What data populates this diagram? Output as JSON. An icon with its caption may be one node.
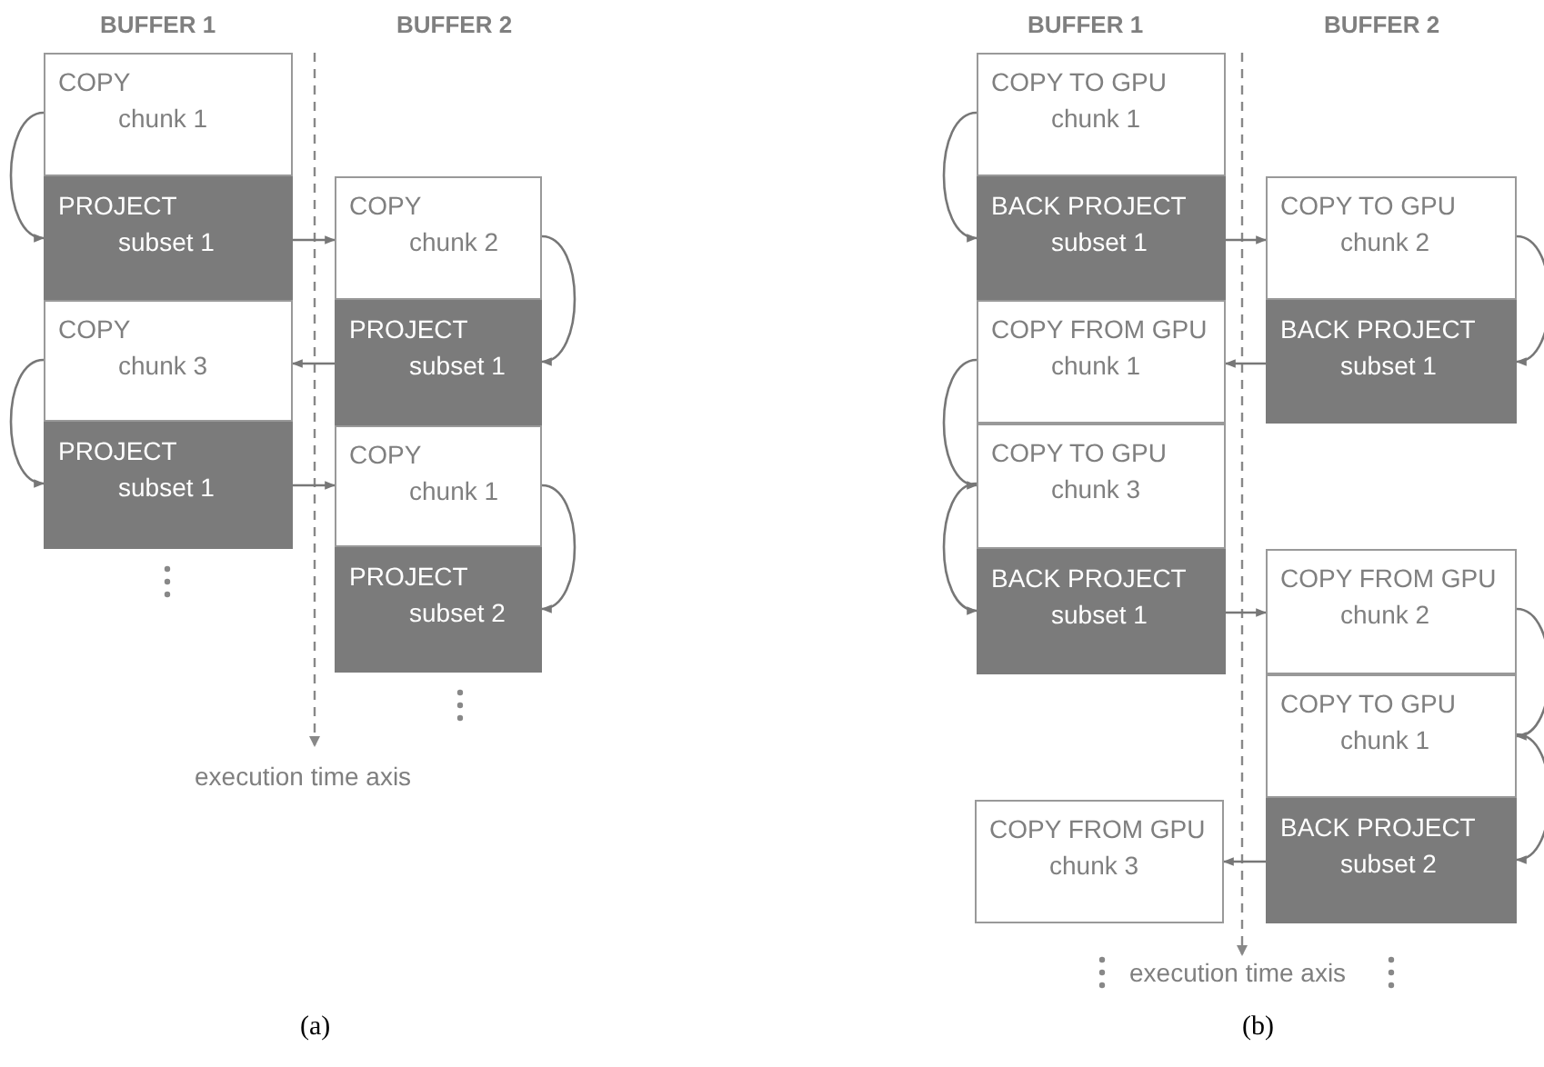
{
  "diagram": {
    "nodes": [
      {
        "text": [
          "COPY",
          "chunk 1"
        ]
      },
      {
        "text": [
          "PROJECT",
          "subset 1"
        ]
      },
      {
        "text": [
          "COPY",
          "chunk 3"
        ]
      },
      {
        "text": [
          "PROJECT",
          "subset 1"
        ]
      },
      {
        "text": [
          "COPY",
          "chunk 2"
        ]
      },
      {
        "text": [
          "PROJECT",
          "subset 1"
        ]
      },
      {
        "text": [
          "COPY",
          "chunk 1"
        ]
      },
      {
        "text": [
          "PROJECT",
          "subset 2"
        ]
      },
      {
        "text": [
          "COPY TO GPU",
          "chunk 1"
        ]
      },
      {
        "text": [
          "BACK PROJECT",
          "subset 1"
        ]
      },
      {
        "text": [
          "COPY FROM GPU",
          "chunk 1"
        ]
      },
      {
        "text": [
          "COPY TO GPU",
          "chunk 3"
        ]
      },
      {
        "text": [
          "BACK PROJECT",
          "subset 1"
        ]
      },
      {
        "text": [
          "COPY FROM GPU",
          "chunk 3"
        ]
      },
      {
        "text": [
          "COPY TO GPU",
          "chunk 2"
        ]
      },
      {
        "text": [
          "BACK PROJECT",
          "subset 1"
        ]
      },
      {
        "text": [
          "COPY FROM GPU",
          "chunk 2"
        ]
      },
      {
        "text": [
          "COPY TO GPU",
          "chunk 1"
        ]
      },
      {
        "text": [
          "BACK PROJECT",
          "subset 2"
        ]
      }
    ],
    "edges": [
      {
        "from": 0,
        "to": 1,
        "arrow": "to"
      },
      {
        "from": 1,
        "to": 4,
        "arrow": "to"
      },
      {
        "from": 4,
        "to": 5,
        "arrow": "to"
      },
      {
        "from": 5,
        "to": 2,
        "arrow": "to"
      },
      {
        "from": 2,
        "to": 3,
        "arrow": "to"
      },
      {
        "from": 3,
        "to": 6,
        "arrow": "to"
      },
      {
        "from": 6,
        "to": 7,
        "arrow": "to"
      },
      {
        "from": 8,
        "to": 9,
        "arrow": "to"
      },
      {
        "from": 9,
        "to": 14,
        "arrow": "to"
      },
      {
        "from": 14,
        "to": 15,
        "arrow": "to"
      },
      {
        "from": 15,
        "to": 10,
        "arrow": "to"
      },
      {
        "from": 10,
        "to": 11,
        "arrow": "to"
      },
      {
        "from": 11,
        "to": 12,
        "arrow": "to"
      },
      {
        "from": 12,
        "to": 16,
        "arrow": "to"
      },
      {
        "from": 16,
        "to": 17,
        "arrow": "to"
      },
      {
        "from": 17,
        "to": 18,
        "arrow": "to"
      },
      {
        "from": 18,
        "to": 13,
        "arrow": "to"
      }
    ],
    "labels": [
      "BUFFER 1",
      "BUFFER 2",
      "BUFFER 1",
      "BUFFER 2",
      "execution time axis",
      "execution time axis",
      "(a)",
      "(b)"
    ]
  }
}
